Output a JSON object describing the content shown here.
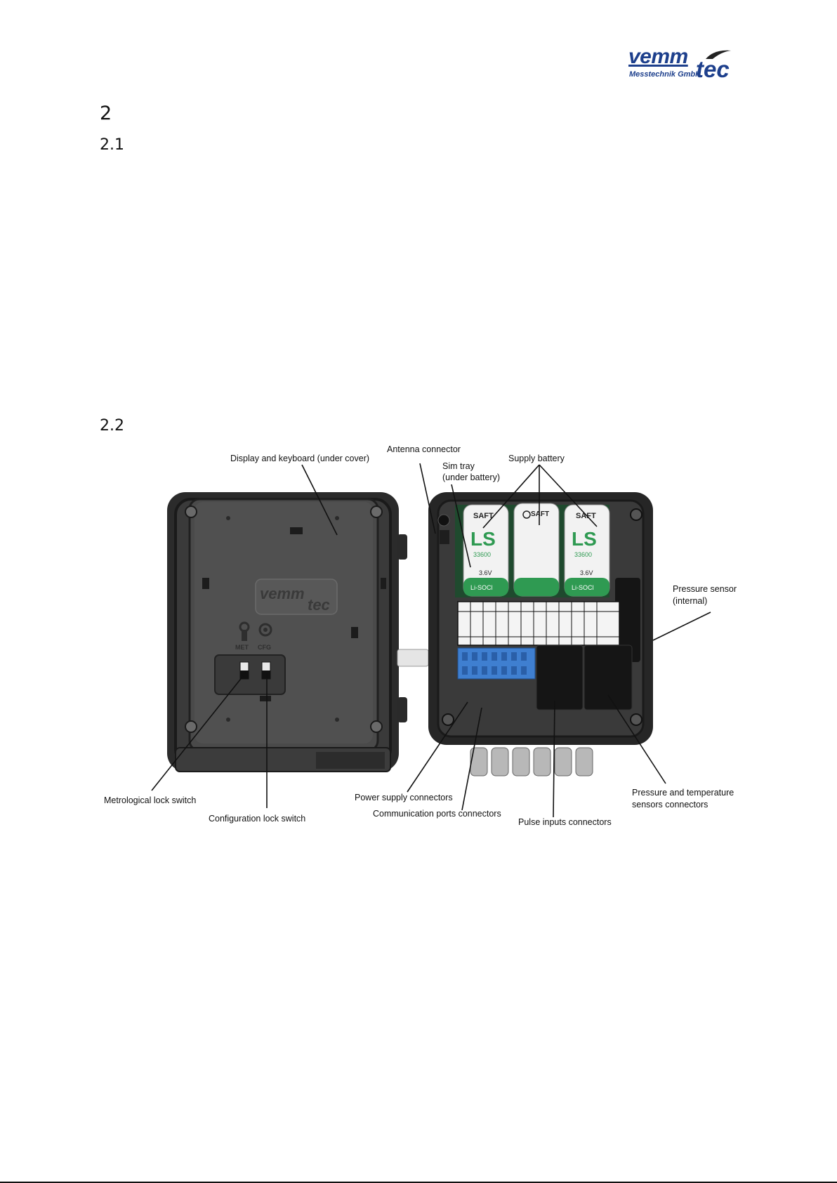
{
  "logo": {
    "word1": "vemm",
    "word2": "tec",
    "subtitle": "Messtechnik GmbH"
  },
  "headings": {
    "h2": "2",
    "h21": "2.1",
    "h22": "2.2"
  },
  "figure": {
    "photo_text": {
      "lock_logo_word1": "vemm",
      "lock_logo_word2": "tec",
      "met": "MET",
      "cfg": "CFG",
      "battery_brand": "SAFT",
      "battery_model": "LS",
      "battery_code": "33600",
      "battery_voltage": "3.6V",
      "battery_chem": "Li-SOCl"
    },
    "labels": {
      "display_keyboard": "Display and keyboard (under cover)",
      "antenna": "Antenna connector",
      "sim_tray_1": "Sim tray",
      "sim_tray_2": "(under battery)",
      "supply_battery": "Supply battery",
      "pressure_sensor_1": "Pressure sensor",
      "pressure_sensor_2": "(internal)",
      "metrological_lock": "Metrological lock switch",
      "configuration_lock": "Configuration lock switch",
      "power_supply": "Power supply connectors",
      "comm_ports": "Communication ports connectors",
      "pulse_inputs": "Pulse inputs connectors",
      "pt_sensors_1": "Pressure and temperature",
      "pt_sensors_2": "sensors connectors"
    }
  }
}
